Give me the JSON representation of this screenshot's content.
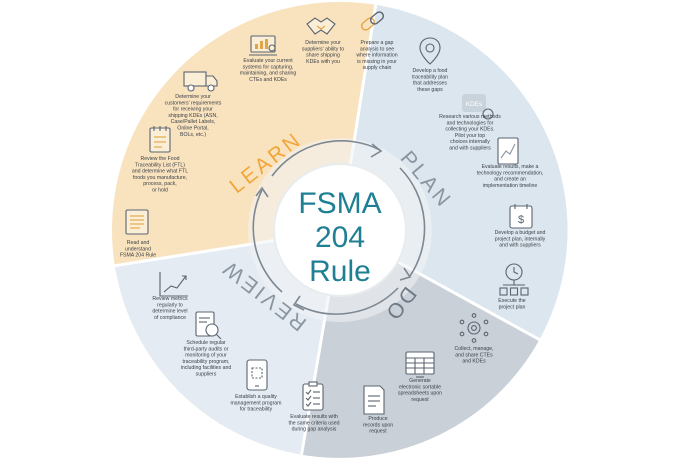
{
  "center": {
    "line1": "FSMA",
    "line2": "204",
    "line3": "Rule"
  },
  "colors": {
    "learn": "#f9e3bf",
    "plan": "#dce6ee",
    "do": "#c9d0d8",
    "review": "#e4ebf2",
    "learn_text": "#f2a63a",
    "phase_text": "#8a95a0",
    "icon": "#5b6470",
    "accent": "#e2a545",
    "center_text": "#1f7f93",
    "arrow": "#7d8893"
  },
  "phases": {
    "learn": "LEARN",
    "plan": "PLAN",
    "do": "DO",
    "review": "REVIEW"
  },
  "steps": {
    "learn": [
      {
        "icon": "book-icon",
        "lines": [
          "Read and",
          "understand",
          "FSMA 204 Rule"
        ]
      },
      {
        "icon": "food-list-icon",
        "lines": [
          "Review the Food",
          "Traceability List (FTL)",
          "and determine what FTL",
          "foods you manufacture,",
          "process, pack,",
          "or hold"
        ]
      },
      {
        "icon": "truck-icon",
        "lines": [
          "Determine your",
          "customers' requirements",
          "for receiving your",
          "shipping KDEs (ASN,",
          "Case/Pallet Labels,",
          "Online Portal,",
          "BOLs, etc.)"
        ]
      },
      {
        "icon": "laptop-chart-icon",
        "lines": [
          "Evaluate your current",
          "systems for capturing,",
          "maintaining, and sharing",
          "CTEs and KDEs"
        ]
      },
      {
        "icon": "handshake-icon",
        "lines": [
          "Determine your",
          "suppliers' ability to",
          "share shipping",
          "KDEs with you"
        ]
      },
      {
        "icon": "chain-link-icon",
        "lines": [
          "Prepare a gap",
          "analysis to see",
          "where information",
          "is missing in your",
          "supply chain"
        ]
      }
    ],
    "plan": [
      {
        "icon": "map-pin-icon",
        "lines": [
          "Develop a food",
          "traceability plan",
          "that addresses",
          "these gaps"
        ]
      },
      {
        "icon": "kdes-search-icon",
        "badge": "KDEs",
        "lines": [
          "Research various methods",
          "and technologies for",
          "collecting your KDEs.",
          "Pilot your top",
          "choices internally",
          "and with suppliers"
        ]
      },
      {
        "icon": "chart-document-icon",
        "lines": [
          "Evaluate results, make a",
          "technology recommendation,",
          "and create an",
          "implementation timeline"
        ]
      },
      {
        "icon": "budget-calendar-icon",
        "lines": [
          "Develop a budget and",
          "project plan, internally",
          "and with suppliers"
        ]
      }
    ],
    "do": [
      {
        "icon": "clock-checklist-icon",
        "lines": [
          "Execute the",
          "project plan"
        ]
      },
      {
        "icon": "network-gear-icon",
        "lines": [
          "Collect, manage,",
          "and share CTEs",
          "and KDEs"
        ]
      },
      {
        "icon": "spreadsheet-icon",
        "lines": [
          "Generate",
          "electronic sortable",
          "spreadsheets upon",
          "request"
        ]
      },
      {
        "icon": "records-icon",
        "lines": [
          "Produce",
          "records upon",
          "request"
        ]
      }
    ],
    "review": [
      {
        "icon": "growth-chart-icon",
        "lines": [
          "Review metrics",
          "regularly to",
          "determine level",
          "of compliance"
        ]
      },
      {
        "icon": "document-search-icon",
        "lines": [
          "Schedule regular",
          "third-party audits or",
          "monitoring of your",
          "traceability program,",
          "including facilities and",
          "suppliers"
        ]
      },
      {
        "icon": "tablet-scan-icon",
        "lines": [
          "Establish a quality",
          "management program",
          "for traceability"
        ]
      },
      {
        "icon": "clipboard-icon",
        "lines": [
          "Evaluate results with",
          "the same criteria used",
          "during gap analysis"
        ]
      }
    ]
  }
}
